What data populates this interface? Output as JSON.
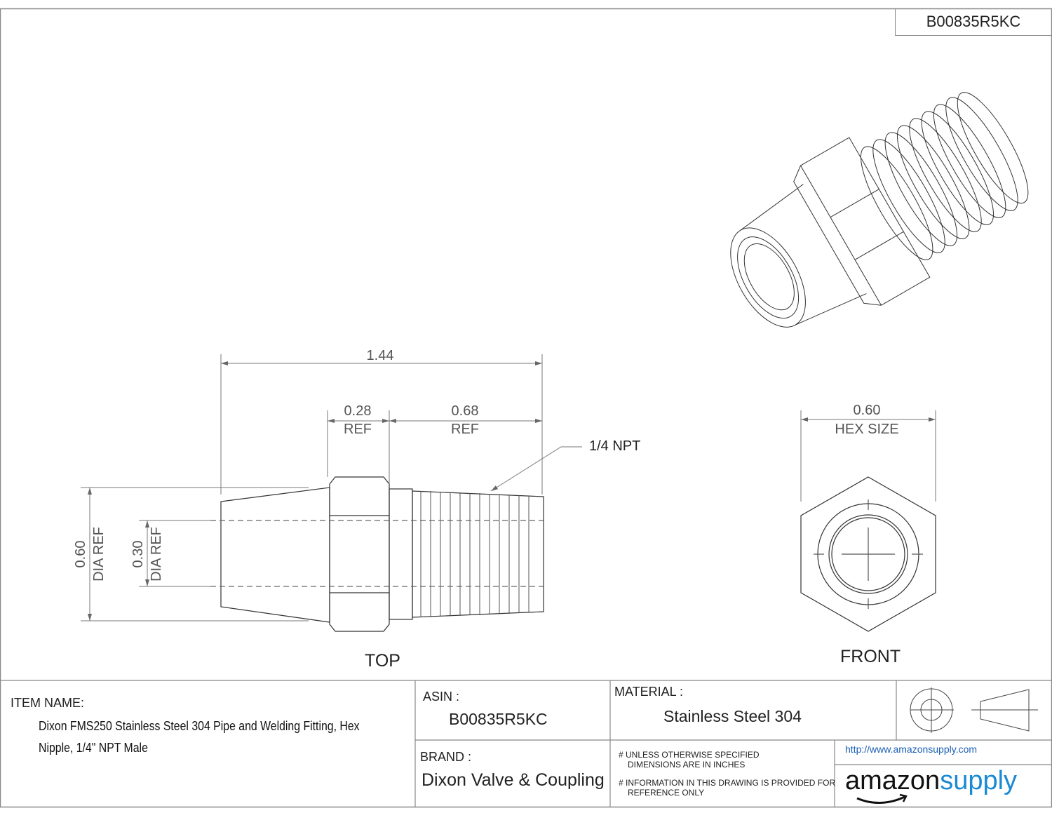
{
  "header": {
    "asin_box": "B00835R5KC"
  },
  "views": {
    "top_label": "TOP",
    "front_label": "FRONT"
  },
  "dimensions": {
    "overall_length": "1.44",
    "hex_length": "0.28",
    "hex_length_note": "REF",
    "thread_length": "0.68",
    "thread_length_note": "REF",
    "thread_callout": "1/4 NPT",
    "outer_dia": "0.60",
    "outer_dia_note": "DIA REF",
    "inner_dia": "0.30",
    "inner_dia_note": "DIA REF",
    "hex_size": "0.60",
    "hex_size_note": "HEX SIZE"
  },
  "title_block": {
    "item_name_label": "ITEM NAME:",
    "item_name_line1": "Dixon FMS250 Stainless Steel 304 Pipe and Welding Fitting, Hex",
    "item_name_line2": "Nipple, 1/4\" NPT Male",
    "asin_label": "ASIN :",
    "asin_value": "B00835R5KC",
    "material_label": "MATERIAL :",
    "material_value": "Stainless Steel 304",
    "brand_label": "BRAND :",
    "brand_value": "Dixon Valve & Coupling",
    "note1_line1": "# UNLESS OTHERWISE SPECIFIED",
    "note1_line2": "DIMENSIONS ARE IN INCHES",
    "note2_line1": "# INFORMATION IN THIS DRAWING IS PROVIDED FOR",
    "note2_line2": "REFERENCE ONLY",
    "url": "http://www.amazonsupply.com",
    "logo_part1": "amazon",
    "logo_part2": "supply"
  },
  "colors": {
    "logo_blue": "#1a8ad4",
    "line": "#333333",
    "dim": "#666666"
  }
}
